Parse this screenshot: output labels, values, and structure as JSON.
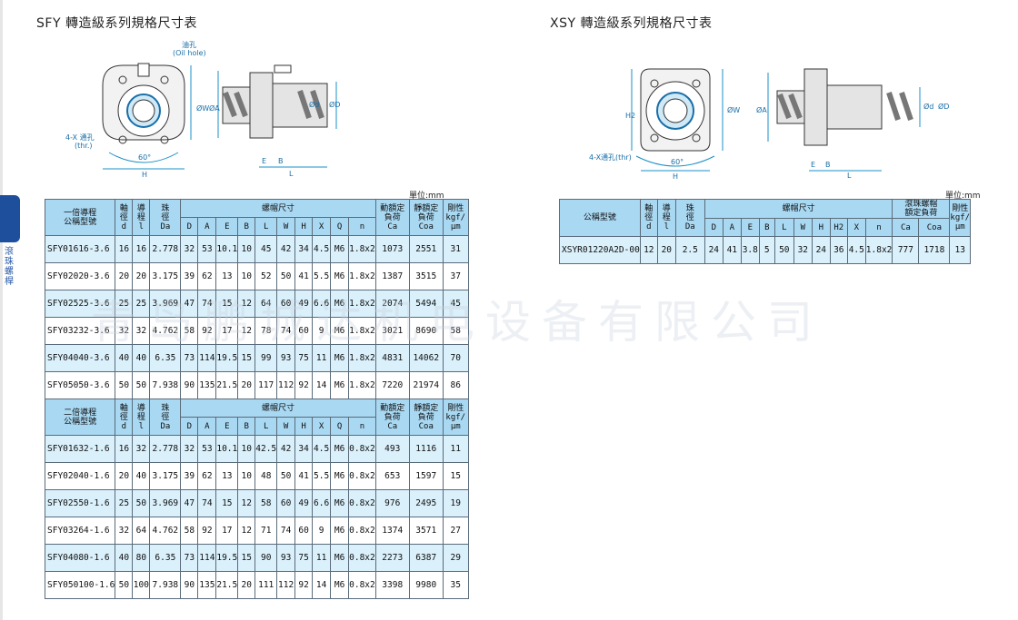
{
  "sidebar": {
    "label": [
      "滾",
      "珠",
      "螺",
      "桿"
    ]
  },
  "watermark": "青岛鹏城达机电设备有限公司",
  "left": {
    "title": "SFY 轉造級系列規格尺寸表",
    "diagram": {
      "oil_hole": "油孔",
      "oil_hole_en": "(Oil hole)",
      "thr": "4-X 通孔",
      "thr_en": "(thr.)",
      "angle": "60°",
      "h": "H",
      "w": "ØW",
      "a": "ØA",
      "dd": "Ød",
      "d": "ØD",
      "e": "E",
      "b": "B",
      "l": "L"
    },
    "unit": "單位:mm",
    "groups": [
      {
        "header": {
          "model": [
            "一倍導程",
            "公稱型號"
          ],
          "shaft": [
            "軸",
            "徑",
            "d"
          ],
          "lead": [
            "導",
            "程",
            "l"
          ],
          "ball": [
            "珠",
            "徑",
            "Da"
          ],
          "nut": "螺帽尺寸",
          "cols": [
            "D",
            "A",
            "E",
            "B",
            "L",
            "W",
            "H",
            "X",
            "Q",
            "n"
          ],
          "dyn": [
            "動額定",
            "負荷",
            "Ca"
          ],
          "stat": [
            "靜額定",
            "負荷",
            "Coa"
          ],
          "rig": [
            "剛性",
            "kgf/",
            "μm"
          ]
        },
        "rows": [
          [
            "SFY01616-3.6",
            "16",
            "16",
            "2.778",
            "32",
            "53",
            "10.1",
            "10",
            "45",
            "42",
            "34",
            "4.5",
            "M6",
            "1.8x2",
            "1073",
            "2551",
            "31"
          ],
          [
            "SFY02020-3.6",
            "20",
            "20",
            "3.175",
            "39",
            "62",
            "13",
            "10",
            "52",
            "50",
            "41",
            "5.5",
            "M6",
            "1.8x2",
            "1387",
            "3515",
            "37"
          ],
          [
            "SFY02525-3.6",
            "25",
            "25",
            "3.969",
            "47",
            "74",
            "15",
            "12",
            "64",
            "60",
            "49",
            "6.6",
            "M6",
            "1.8x2",
            "2074",
            "5494",
            "45"
          ],
          [
            "SFY03232-3.6",
            "32",
            "32",
            "4.762",
            "58",
            "92",
            "17",
            "12",
            "78",
            "74",
            "60",
            "9",
            "M6",
            "1.8x2",
            "3021",
            "8690",
            "58"
          ],
          [
            "SFY04040-3.6",
            "40",
            "40",
            "6.35",
            "73",
            "114",
            "19.5",
            "15",
            "99",
            "93",
            "75",
            "11",
            "M6",
            "1.8x2",
            "4831",
            "14062",
            "70"
          ],
          [
            "SFY05050-3.6",
            "50",
            "50",
            "7.938",
            "90",
            "135",
            "21.5",
            "20",
            "117",
            "112",
            "92",
            "14",
            "M6",
            "1.8x2",
            "7220",
            "21974",
            "86"
          ]
        ]
      },
      {
        "header": {
          "model": [
            "二倍導程",
            "公稱型號"
          ],
          "shaft": [
            "軸",
            "徑",
            "d"
          ],
          "lead": [
            "導",
            "程",
            "l"
          ],
          "ball": [
            "珠",
            "徑",
            "Da"
          ],
          "nut": "螺帽尺寸",
          "cols": [
            "D",
            "A",
            "E",
            "B",
            "L",
            "W",
            "H",
            "X",
            "Q",
            "n"
          ],
          "dyn": [
            "動額定",
            "負荷",
            "Ca"
          ],
          "stat": [
            "靜額定",
            "負荷",
            "Coa"
          ],
          "rig": [
            "剛性",
            "kgf/",
            "μm"
          ]
        },
        "rows": [
          [
            "SFY01632-1.6",
            "16",
            "32",
            "2.778",
            "32",
            "53",
            "10.1",
            "10",
            "42.5",
            "42",
            "34",
            "4.5",
            "M6",
            "0.8x2",
            "493",
            "1116",
            "11"
          ],
          [
            "SFY02040-1.6",
            "20",
            "40",
            "3.175",
            "39",
            "62",
            "13",
            "10",
            "48",
            "50",
            "41",
            "5.5",
            "M6",
            "0.8x2",
            "653",
            "1597",
            "15"
          ],
          [
            "SFY02550-1.6",
            "25",
            "50",
            "3.969",
            "47",
            "74",
            "15",
            "12",
            "58",
            "60",
            "49",
            "6.6",
            "M6",
            "0.8x2",
            "976",
            "2495",
            "19"
          ],
          [
            "SFY03264-1.6",
            "32",
            "64",
            "4.762",
            "58",
            "92",
            "17",
            "12",
            "71",
            "74",
            "60",
            "9",
            "M6",
            "0.8x2",
            "1374",
            "3571",
            "27"
          ],
          [
            "SFY04080-1.6",
            "40",
            "80",
            "6.35",
            "73",
            "114",
            "19.5",
            "15",
            "90",
            "93",
            "75",
            "11",
            "M6",
            "0.8x2",
            "2273",
            "6387",
            "29"
          ],
          [
            "SFY050100-1.6",
            "50",
            "100",
            "7.938",
            "90",
            "135",
            "21.5",
            "20",
            "111",
            "112",
            "92",
            "14",
            "M6",
            "0.8x2",
            "3398",
            "9980",
            "35"
          ]
        ]
      }
    ]
  },
  "right": {
    "title": "XSY 轉造級系列規格尺寸表",
    "diagram": {
      "h2": "H2",
      "thr": "4-X通孔(thr)",
      "angle": "60°",
      "h": "H",
      "w": "ØW",
      "a": "ØA",
      "dd": "Ød",
      "d": "ØD",
      "e": "E",
      "b": "B",
      "l": "L"
    },
    "unit": "單位:mm",
    "header": {
      "model": "公稱型號",
      "shaft": [
        "軸",
        "徑",
        "d"
      ],
      "lead": [
        "導",
        "程",
        "l"
      ],
      "ball": [
        "珠",
        "徑",
        "Da"
      ],
      "nut": "螺帽尺寸",
      "cols": [
        "D",
        "A",
        "E",
        "B",
        "L",
        "W",
        "H",
        "H2",
        "X",
        "n"
      ],
      "load": [
        "滾珠螺帽",
        "額定負荷"
      ],
      "ca": "Ca",
      "coa": "Coa",
      "rig": [
        "剛性",
        "kgf/",
        "μm"
      ]
    },
    "row": [
      "XSYR01220A2D-00",
      "12",
      "20",
      "2.5",
      "24",
      "41",
      "3.8",
      "5",
      "50",
      "32",
      "24",
      "36",
      "4.5",
      "1.8x2",
      "777",
      "1718",
      "13"
    ]
  }
}
